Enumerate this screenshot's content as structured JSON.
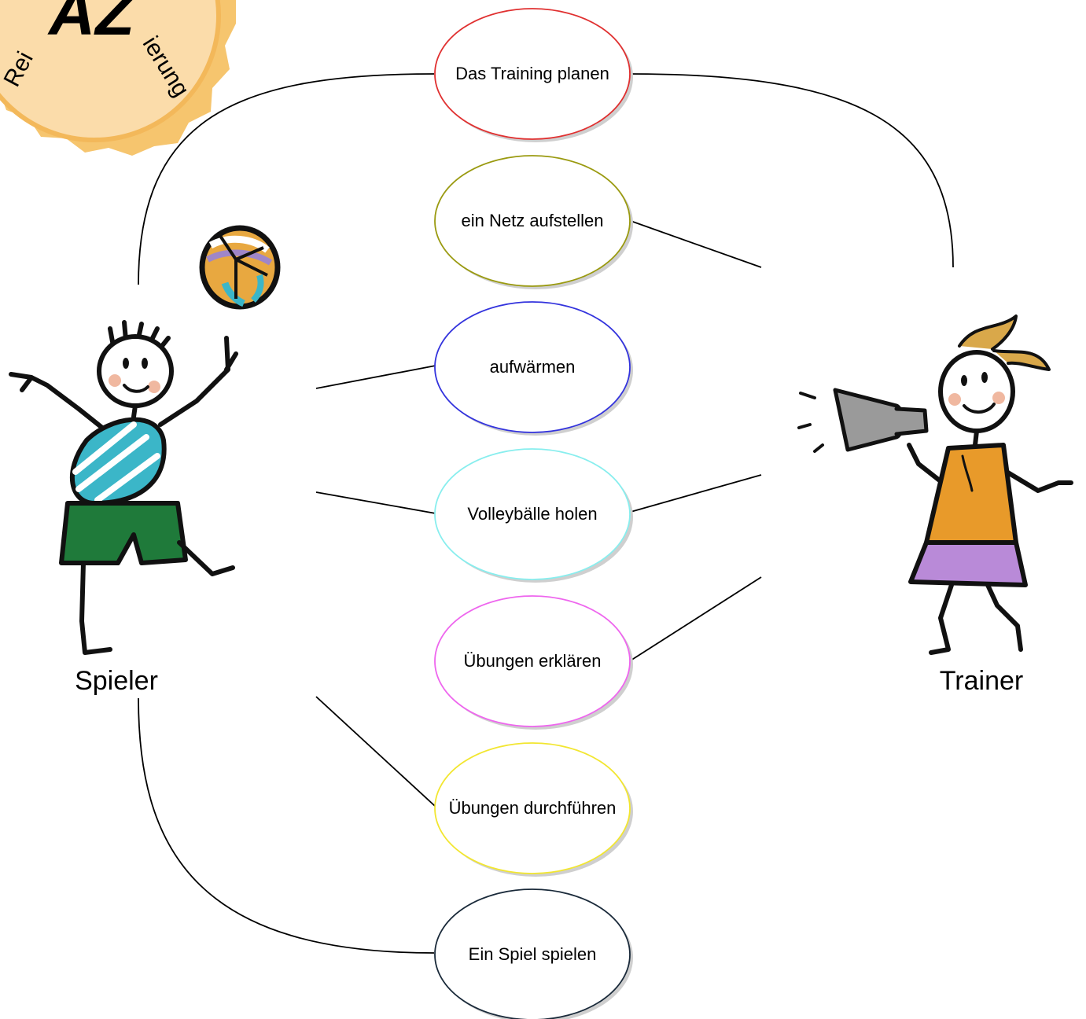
{
  "badge": {
    "big_text": "AZ",
    "arc_left": "Rei",
    "arc_right": "ierung",
    "color_outer": "#f6c56e",
    "color_inner": "#fbdcaa"
  },
  "actors": {
    "spieler": {
      "label": "Spieler"
    },
    "trainer": {
      "label": "Trainer"
    }
  },
  "use_cases": [
    {
      "label": "Das Training planen",
      "color": "#e03030"
    },
    {
      "label": "ein Netz aufstellen",
      "color": "#9a9a10"
    },
    {
      "label": "aufwärmen",
      "color": "#3333dd"
    },
    {
      "label": "Volleybälle holen",
      "color": "#88eeee"
    },
    {
      "label": "Übungen erklären",
      "color": "#ee66ee"
    },
    {
      "label": "Übungen durchführen",
      "color": "#f2e630"
    },
    {
      "label": "Ein Spiel spielen",
      "color": "#1a2a3a"
    }
  ],
  "colors": {
    "line": "#000000",
    "shadow": "#c8c8c8",
    "shirt_spieler": "#3bb6c8",
    "shorts_spieler": "#1f7a3a",
    "shirt_trainer": "#e89a2a",
    "skirt_trainer": "#b98ad8",
    "hair_trainer": "#d9a84a",
    "megaphone": "#9a9a9a"
  }
}
